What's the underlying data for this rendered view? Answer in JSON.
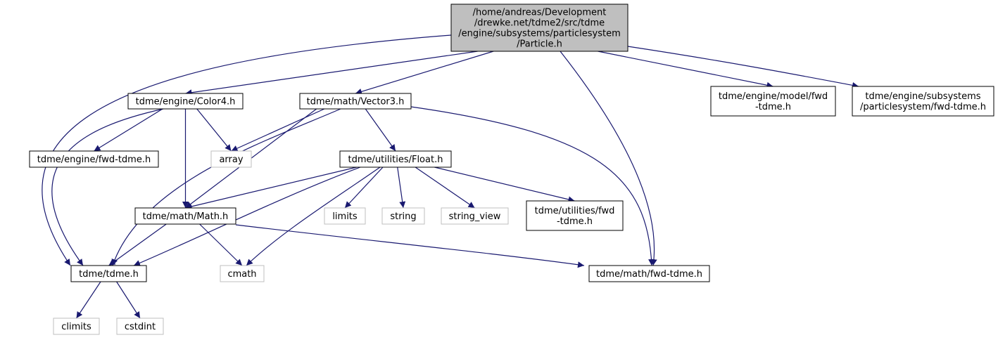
{
  "graph": {
    "colors": {
      "edge": "#191970",
      "root_fill": "#bfbfbf",
      "normal_border": "#000000",
      "system_border": "#bfbfbf",
      "text": "#000000",
      "background": "#ffffff"
    },
    "nodes": {
      "particle": {
        "lines": [
          "/home/andreas/Development",
          "/drewke.net/tdme2/src/tdme",
          "/engine/subsystems/particlesystem",
          "/Particle.h"
        ],
        "kind": "root"
      },
      "color4": {
        "lines": [
          "tdme/engine/Color4.h"
        ],
        "kind": "header"
      },
      "vector3": {
        "lines": [
          "tdme/math/Vector3.h"
        ],
        "kind": "header"
      },
      "model_fwd": {
        "lines": [
          "tdme/engine/model/fwd",
          "-tdme.h"
        ],
        "kind": "header"
      },
      "ps_fwd": {
        "lines": [
          "tdme/engine/subsystems",
          "/particlesystem/fwd-tdme.h"
        ],
        "kind": "header"
      },
      "engine_fwd": {
        "lines": [
          "tdme/engine/fwd-tdme.h"
        ],
        "kind": "header"
      },
      "array": {
        "lines": [
          "array"
        ],
        "kind": "system"
      },
      "float": {
        "lines": [
          "tdme/utilities/Float.h"
        ],
        "kind": "header"
      },
      "math": {
        "lines": [
          "tdme/math/Math.h"
        ],
        "kind": "header"
      },
      "limits": {
        "lines": [
          "limits"
        ],
        "kind": "system"
      },
      "string": {
        "lines": [
          "string"
        ],
        "kind": "system"
      },
      "string_view": {
        "lines": [
          "string_view"
        ],
        "kind": "system"
      },
      "util_fwd": {
        "lines": [
          "tdme/utilities/fwd",
          "-tdme.h"
        ],
        "kind": "header"
      },
      "tdme": {
        "lines": [
          "tdme/tdme.h"
        ],
        "kind": "header"
      },
      "cmath": {
        "lines": [
          "cmath"
        ],
        "kind": "system"
      },
      "math_fwd": {
        "lines": [
          "tdme/math/fwd-tdme.h"
        ],
        "kind": "header"
      },
      "climits": {
        "lines": [
          "climits"
        ],
        "kind": "system"
      },
      "cstdint": {
        "lines": [
          "cstdint"
        ],
        "kind": "system"
      }
    },
    "edges": [
      [
        "particle",
        "tdme"
      ],
      [
        "particle",
        "color4"
      ],
      [
        "particle",
        "vector3"
      ],
      [
        "particle",
        "math_fwd"
      ],
      [
        "particle",
        "model_fwd"
      ],
      [
        "particle",
        "ps_fwd"
      ],
      [
        "color4",
        "tdme"
      ],
      [
        "color4",
        "engine_fwd"
      ],
      [
        "color4",
        "math"
      ],
      [
        "color4",
        "array"
      ],
      [
        "vector3",
        "array"
      ],
      [
        "vector3",
        "tdme"
      ],
      [
        "vector3",
        "math"
      ],
      [
        "vector3",
        "float"
      ],
      [
        "vector3",
        "math_fwd"
      ],
      [
        "float",
        "math"
      ],
      [
        "float",
        "tdme"
      ],
      [
        "float",
        "cmath"
      ],
      [
        "float",
        "limits"
      ],
      [
        "float",
        "string"
      ],
      [
        "float",
        "string_view"
      ],
      [
        "float",
        "util_fwd"
      ],
      [
        "math",
        "tdme"
      ],
      [
        "math",
        "cmath"
      ],
      [
        "math",
        "math_fwd"
      ],
      [
        "tdme",
        "climits"
      ],
      [
        "tdme",
        "cstdint"
      ]
    ]
  }
}
